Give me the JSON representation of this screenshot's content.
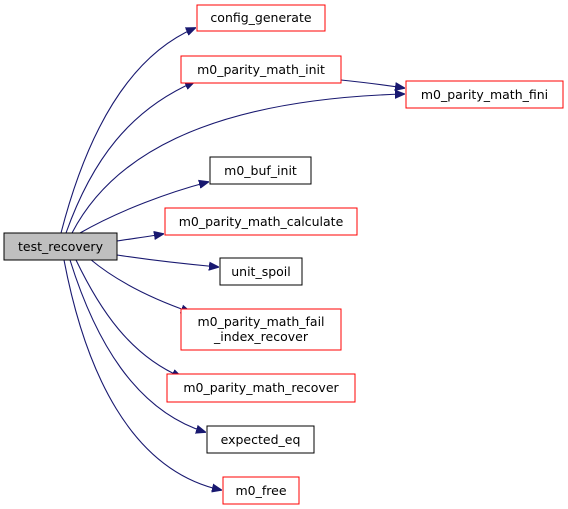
{
  "graph": {
    "colors": {
      "edge": "#191970",
      "root_fill": "#bfbfbf",
      "root_border": "#000000",
      "documented_border": "#000000",
      "undocumented_border": "#ff0000",
      "node_fill": "#ffffff"
    },
    "root": {
      "id": "test_recovery",
      "label": "test_recovery"
    },
    "nodes": [
      {
        "id": "config_generate",
        "lines": [
          "config_generate"
        ],
        "border": "red"
      },
      {
        "id": "m0_parity_math_init",
        "lines": [
          "m0_parity_math_init"
        ],
        "border": "red"
      },
      {
        "id": "m0_parity_math_fini",
        "lines": [
          "m0_parity_math_fini"
        ],
        "border": "red"
      },
      {
        "id": "m0_buf_init",
        "lines": [
          "m0_buf_init"
        ],
        "border": "black"
      },
      {
        "id": "m0_parity_math_calculate",
        "lines": [
          "m0_parity_math_calculate"
        ],
        "border": "red"
      },
      {
        "id": "unit_spoil",
        "lines": [
          "unit_spoil"
        ],
        "border": "black"
      },
      {
        "id": "m0_parity_math_fail_index_recover",
        "lines": [
          "m0_parity_math_fail",
          "_index_recover"
        ],
        "border": "red"
      },
      {
        "id": "m0_parity_math_recover",
        "lines": [
          "m0_parity_math_recover"
        ],
        "border": "red"
      },
      {
        "id": "expected_eq",
        "lines": [
          "expected_eq"
        ],
        "border": "black"
      },
      {
        "id": "m0_free",
        "lines": [
          "m0_free"
        ],
        "border": "red"
      }
    ],
    "edges": [
      {
        "from": "test_recovery",
        "to": "config_generate"
      },
      {
        "from": "test_recovery",
        "to": "m0_parity_math_init"
      },
      {
        "from": "test_recovery",
        "to": "m0_parity_math_fini"
      },
      {
        "from": "m0_parity_math_init",
        "to": "m0_parity_math_fini"
      },
      {
        "from": "test_recovery",
        "to": "m0_buf_init"
      },
      {
        "from": "test_recovery",
        "to": "m0_parity_math_calculate"
      },
      {
        "from": "test_recovery",
        "to": "unit_spoil"
      },
      {
        "from": "test_recovery",
        "to": "m0_parity_math_fail_index_recover"
      },
      {
        "from": "test_recovery",
        "to": "m0_parity_math_recover"
      },
      {
        "from": "test_recovery",
        "to": "expected_eq"
      },
      {
        "from": "test_recovery",
        "to": "m0_free"
      }
    ]
  }
}
